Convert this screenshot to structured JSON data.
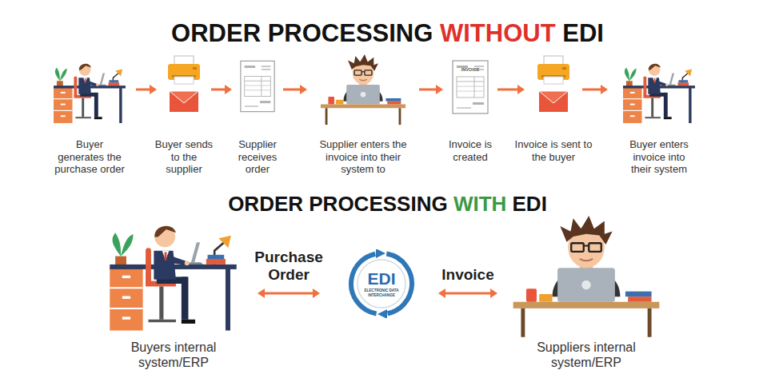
{
  "diagram": {
    "title": "ORDER PROCESSING WITHOUT EDI",
    "nodes": [
      {
        "text": [
          "Buyer generates the purchase order"
        ]
      },
      {
        "text": [
          "Buyer sends to the supplier"
        ]
      },
      {
        "text": [
          "Supplier receives order"
        ]
      },
      {
        "text": [
          "Supplier enters the invoice into their system to"
        ]
      },
      {
        "text": [
          "Invoice is created"
        ]
      },
      {
        "text": [
          "Invoice is sent to the buyer"
        ]
      },
      {
        "text": [
          "Buyer enters invoice into their system"
        ]
      },
      {
        "text": [
          "Buyers internal system/ERP"
        ]
      },
      {
        "text": [
          "EDI",
          "ELECTRONIC DATA INTERCHANGE"
        ]
      },
      {
        "text": [
          "Suppliers internal system/ERP"
        ]
      }
    ],
    "edges": [
      {
        "from": 0,
        "to": 1,
        "arrow": "to"
      },
      {
        "from": 1,
        "to": 2,
        "arrow": "to"
      },
      {
        "from": 2,
        "to": 3,
        "arrow": "to"
      },
      {
        "from": 3,
        "to": 4,
        "arrow": "to"
      },
      {
        "from": 4,
        "to": 5,
        "arrow": "to"
      },
      {
        "from": 5,
        "to": 6,
        "arrow": "to"
      },
      {
        "from": 7,
        "to": 8,
        "label": "Purchase Order",
        "arrow": "both"
      },
      {
        "from": 8,
        "to": 9,
        "label": "Invoice",
        "arrow": "both"
      }
    ],
    "labels": [
      "ORDER PROCESSING WITH EDI",
      "INVOICE"
    ]
  }
}
